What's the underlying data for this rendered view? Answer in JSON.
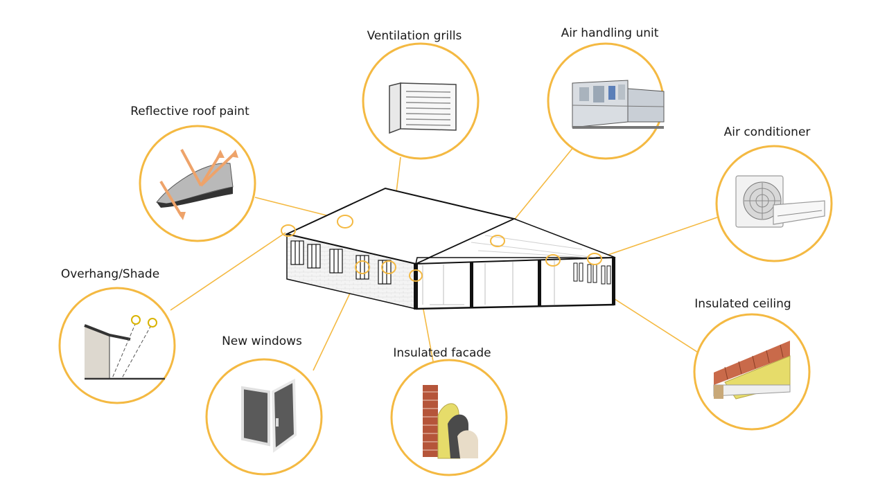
{
  "colors": {
    "accent": "#f4b942",
    "outline": "#111111",
    "wall": "#f2f2f2",
    "insulation": "#e6dc6a"
  },
  "labels": {
    "ventilation_grills": "Ventilation grills",
    "air_handling_unit": "Air handling unit",
    "reflective_roof_paint": "Reflective roof paint",
    "air_conditioner": "Air conditioner",
    "overhang_shade": "Overhang/Shade",
    "insulated_ceiling": "Insulated ceiling",
    "new_windows": "New windows",
    "insulated_facade": "Insulated facade"
  },
  "icons": {
    "ventilation_grills": "vent-grille-icon",
    "air_handling_unit": "ahu-unit-icon",
    "reflective_roof_paint": "roof-sun-reflection-icon",
    "air_conditioner": "split-ac-icon",
    "overhang_shade": "overhang-sun-icon",
    "insulated_ceiling": "ceiling-insulation-icon",
    "new_windows": "window-icon",
    "insulated_facade": "facade-insulation-icon"
  }
}
